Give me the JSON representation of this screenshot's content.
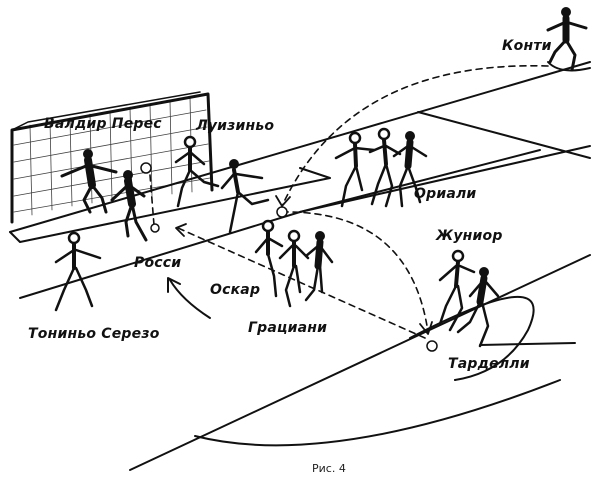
{
  "figure": {
    "caption": "Рис. 4"
  },
  "players": {
    "conti": "Конти",
    "valdir_peres": "Валдир Перес",
    "luizinho": "Луизиньо",
    "oriali": "Ориали",
    "rossi": "Росси",
    "oscar": "Оскар",
    "junior": "Жуниор",
    "toninho_cerezo": "Тониньо Серезо",
    "graziani": "Грациани",
    "tardelli": "Тарделли"
  }
}
